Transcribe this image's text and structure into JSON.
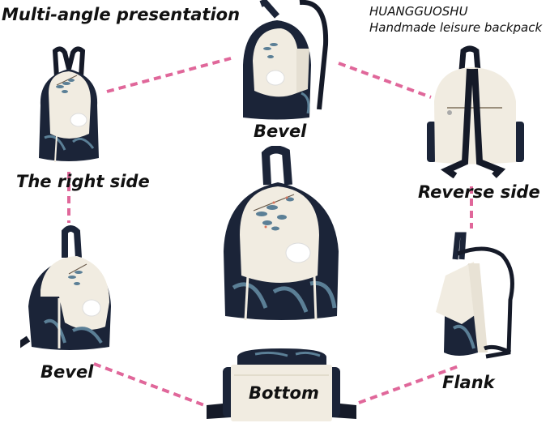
{
  "header": {
    "title": "Multi-angle presentation",
    "brand_name": "HUANGGUOSHU",
    "product_name": "Handmade leisure backpack"
  },
  "views": [
    {
      "id": "right-side",
      "label": "The right side"
    },
    {
      "id": "bevel-top",
      "label": "Bevel"
    },
    {
      "id": "reverse-side",
      "label": "Reverse side"
    },
    {
      "id": "front",
      "label": ""
    },
    {
      "id": "bevel-bottom",
      "label": "Bevel"
    },
    {
      "id": "bottom",
      "label": "Bottom"
    },
    {
      "id": "flank",
      "label": "Flank"
    }
  ],
  "colors": {
    "connector": "#e0679a",
    "canvas": "#f1ece1",
    "fabric_dark": "#1b2438",
    "leaf": "#5b7f96",
    "strap": "#151a28"
  }
}
